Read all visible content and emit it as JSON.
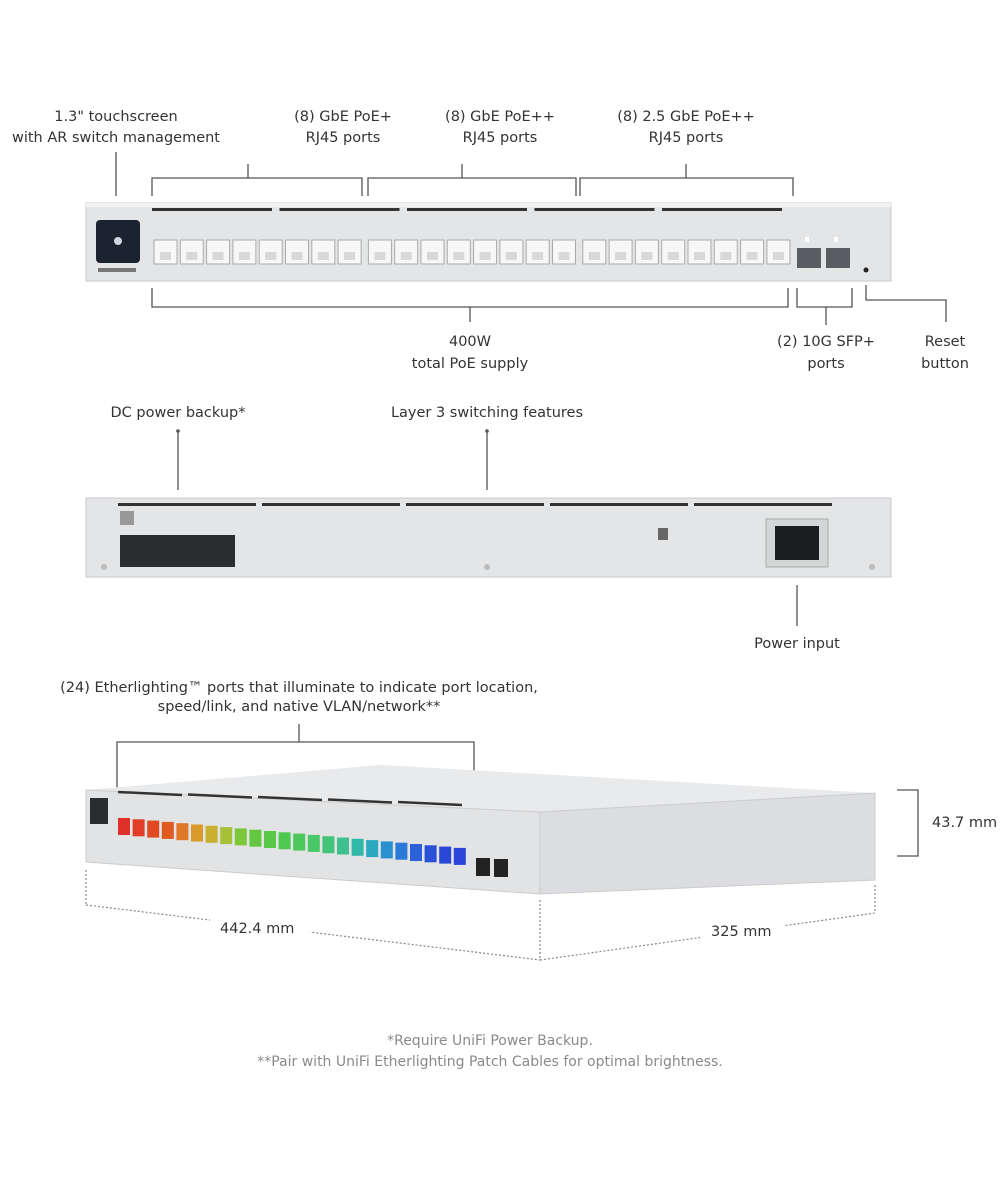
{
  "front_view": {
    "touchscreen": [
      "1.3\" touchscreen",
      "with AR switch management"
    ],
    "gbe_poe_plus": [
      "(8) GbE PoE+",
      "RJ45 ports"
    ],
    "gbe_poe_plusplus": [
      "(8) GbE PoE++",
      "RJ45 ports"
    ],
    "gbe25_poe_plusplus": [
      "(8) 2.5 GbE PoE++",
      "RJ45 ports"
    ],
    "poe_supply": [
      "400W",
      "total PoE supply"
    ],
    "sfp": [
      "(2) 10G SFP+",
      "ports"
    ],
    "reset": [
      "Reset",
      "button"
    ]
  },
  "rear_view": {
    "dc_backup": "DC power backup*",
    "layer3": "Layer 3 switching features",
    "power_input": "Power input"
  },
  "angle_view": {
    "etherlighting": [
      "(24) Etherlighting™ ports that illuminate to indicate port location,",
      "speed/link, and native VLAN/network**"
    ],
    "width": "442.4 mm",
    "depth": "325 mm",
    "height": "43.7 mm",
    "port_colors": [
      "#e0302a",
      "#e23d26",
      "#e04a22",
      "#e05a20",
      "#e0782a",
      "#d99a2a",
      "#c8b030",
      "#a8c038",
      "#7cc83a",
      "#62c840",
      "#58c848",
      "#50c850",
      "#4cc85c",
      "#48c868",
      "#44c478",
      "#40c090",
      "#30b8a8",
      "#2aa8c0",
      "#2a90d0",
      "#2a78d8",
      "#2a60d8",
      "#2a50d8",
      "#2a48d8",
      "#2a44d8"
    ]
  },
  "footnotes": [
    "*Require UniFi Power Backup.",
    "**Pair with UniFi Etherlighting Patch Cables for optimal brightness."
  ]
}
